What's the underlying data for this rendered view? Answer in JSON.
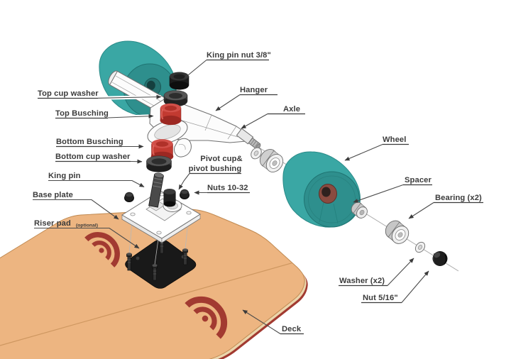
{
  "diagram": {
    "labels": {
      "king_pin_nut": "King pin nut 3/8\"",
      "hanger": "Hanger",
      "axle": "Axle",
      "wheel": "Wheel",
      "top_cup_washer": "Top cup washer",
      "top_busching": "Top Busching",
      "bottom_busching": "Bottom Busching",
      "bottom_cup_washer": "Bottom cup washer",
      "king_pin": "King pin",
      "base_plate": "Base plate",
      "riser_pad": "Riser pad",
      "riser_pad_note": "(optional)",
      "pivot_cup_line1": "Pivot cup&",
      "pivot_cup_line2": "pivot bushing",
      "nuts": "Nuts 10-32",
      "spacer": "Spacer",
      "bearing": "Bearing (x2)",
      "washer": "Washer (x2)",
      "nut_small": "Nut 5/16\"",
      "deck": "Deck"
    },
    "colors": {
      "wheel_teal": "#3AA7A4",
      "wheel_face": "#2E8F8D",
      "bushing_red": "#C23A31",
      "deck_tan": "#EDB581",
      "deck_stripe_red": "#A23A31",
      "hardware_dark": "#1E1E1E",
      "label_text": "#3B3B3B",
      "leader_line": "#4A4A4A",
      "background": "#FFFFFF"
    }
  }
}
